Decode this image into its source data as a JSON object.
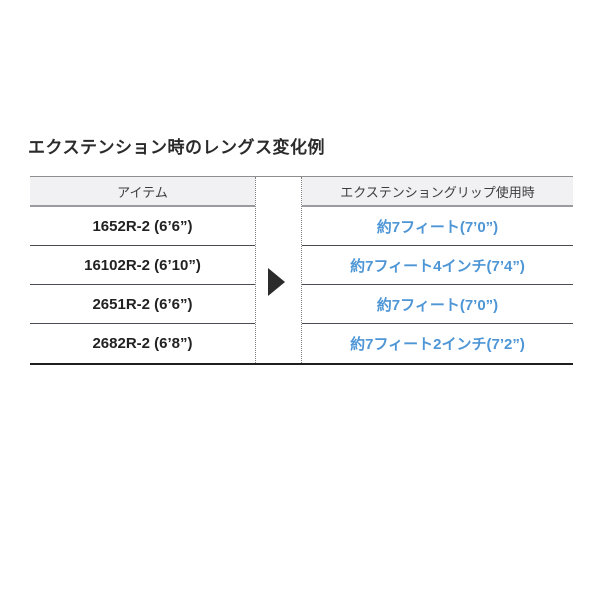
{
  "title": "エクステンション時のレングス変化例",
  "table": {
    "item_header": "アイテム",
    "extended_header": "エクステンショングリップ使用時",
    "rows": [
      {
        "item": "1652R-2 (6’6”)",
        "extended": "約7フィート(7’0”)"
      },
      {
        "item": "16102R-2 (6’10”)",
        "extended": "約7フィート4インチ(7’4”)"
      },
      {
        "item": "2651R-2 (6’6”)",
        "extended": "約7フィート(7’0”)"
      },
      {
        "item": "2682R-2 (6’8”)",
        "extended": "約7フィート2インチ(7’2”)"
      }
    ]
  },
  "icons": {
    "arrow": "right-arrow"
  },
  "colors": {
    "accent_blue": "#4e96d6",
    "header_bg": "#f1f1f3",
    "text_dark": "#222222",
    "bottom_border": "#1f1f1f"
  }
}
